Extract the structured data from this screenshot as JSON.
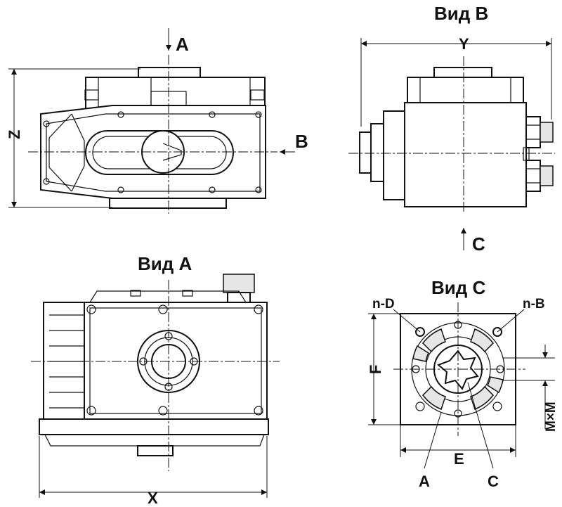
{
  "views": {
    "front": {
      "arrow_a": "A",
      "arrow_b": "B",
      "dim_height": "Z"
    },
    "side": {
      "title": "Вид B",
      "dim_width": "Y",
      "arrow_c": "C"
    },
    "top": {
      "title": "Вид A",
      "dim_width": "X"
    },
    "bottom": {
      "title": "Вид C",
      "label_nd": "n-D",
      "label_nb": "n-B",
      "dim_f": "F",
      "dim_e": "E",
      "dim_mm": "M×M",
      "label_a": "A",
      "label_c": "C"
    }
  }
}
